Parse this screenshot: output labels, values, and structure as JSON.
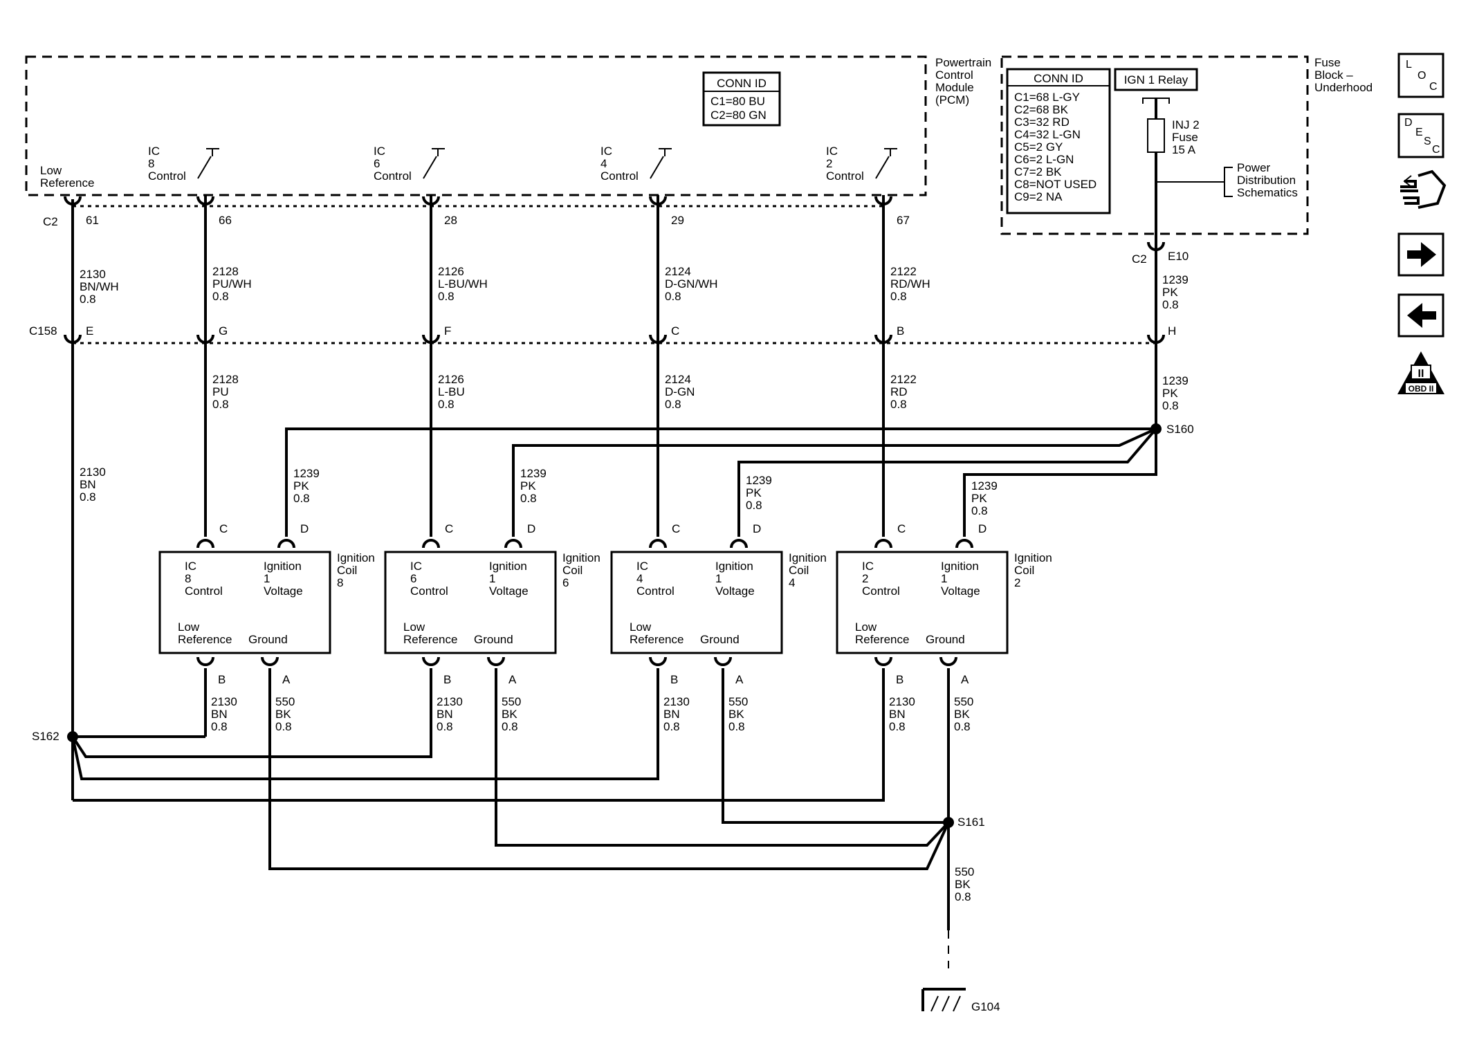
{
  "pcm": {
    "label": [
      "Powertrain",
      "Control",
      "Module",
      "(PCM)"
    ]
  },
  "pcm_conn": {
    "title": "CONN ID",
    "lines": [
      "C1=80 BU",
      "C2=80 GN"
    ]
  },
  "fuse_block": {
    "label": [
      "Fuse",
      "Block –",
      "Underhood"
    ]
  },
  "fuse_conn": {
    "title": "CONN ID",
    "lines": [
      "C1=68 L-GY",
      "C2=68 BK",
      "C3=32 RD",
      "C4=32 L-GN",
      "C5=2 GY",
      "C6=2 L-GN",
      "C7=2 BK",
      "C8=NOT USED",
      "C9=2 NA"
    ]
  },
  "relay": {
    "label": "IGN 1 Relay"
  },
  "fuse": {
    "label": [
      "INJ 2",
      "Fuse",
      "15 A"
    ]
  },
  "power_dist": {
    "label": [
      "Power",
      "Distribution",
      "Schematics"
    ]
  },
  "low_ref": {
    "label": [
      "Low",
      "Reference"
    ],
    "pin": "61",
    "wire_top": [
      "2130",
      "BN/WH",
      "0.8"
    ],
    "c158_pin": "E",
    "wire_bot": [
      "2130",
      "BN",
      "0.8"
    ]
  },
  "connectors": {
    "c2": "C2",
    "c158": "C158",
    "fuse_c2": "C2",
    "fuse_pin": "E10",
    "fuse_c158_pin": "H"
  },
  "fuse_wire_top": [
    "1239",
    "PK",
    "0.8"
  ],
  "fuse_wire_bot": [
    "1239",
    "PK",
    "0.8"
  ],
  "splices": {
    "s160": "S160",
    "s161": "S161",
    "s162": "S162"
  },
  "channels": [
    {
      "ic": [
        "IC",
        "8",
        "Control"
      ],
      "pin": "66",
      "c158_pin": "G",
      "wire_top": [
        "2128",
        "PU/WH",
        "0.8"
      ],
      "wire_bot": [
        "2128",
        "PU",
        "0.8"
      ]
    },
    {
      "ic": [
        "IC",
        "6",
        "Control"
      ],
      "pin": "28",
      "c158_pin": "F",
      "wire_top": [
        "2126",
        "L-BU/WH",
        "0.8"
      ],
      "wire_bot": [
        "2126",
        "L-BU",
        "0.8"
      ]
    },
    {
      "ic": [
        "IC",
        "4",
        "Control"
      ],
      "pin": "29",
      "c158_pin": "C",
      "wire_top": [
        "2124",
        "D-GN/WH",
        "0.8"
      ],
      "wire_bot": [
        "2124",
        "D-GN",
        "0.8"
      ]
    },
    {
      "ic": [
        "IC",
        "2",
        "Control"
      ],
      "pin": "67",
      "c158_pin": "B",
      "wire_top": [
        "2122",
        "RD/WH",
        "0.8"
      ],
      "wire_bot": [
        "2122",
        "RD",
        "0.8"
      ]
    }
  ],
  "coils": [
    {
      "label": [
        "Ignition",
        "Coil",
        "8"
      ],
      "ic": [
        "IC",
        "8",
        "Control"
      ],
      "ign": [
        "Ignition",
        "1",
        "Voltage"
      ],
      "low": [
        "Low",
        "Reference"
      ],
      "gnd": "Ground",
      "pins": [
        "C",
        "D",
        "B",
        "A"
      ],
      "pk_wire": [
        "1239",
        "PK",
        "0.8"
      ],
      "bn_wire": [
        "2130",
        "BN",
        "0.8"
      ],
      "bk_wire": [
        "550",
        "BK",
        "0.8"
      ]
    },
    {
      "label": [
        "Ignition",
        "Coil",
        "6"
      ],
      "ic": [
        "IC",
        "6",
        "Control"
      ],
      "ign": [
        "Ignition",
        "1",
        "Voltage"
      ],
      "low": [
        "Low",
        "Reference"
      ],
      "gnd": "Ground",
      "pins": [
        "C",
        "D",
        "B",
        "A"
      ],
      "pk_wire": [
        "1239",
        "PK",
        "0.8"
      ],
      "bn_wire": [
        "2130",
        "BN",
        "0.8"
      ],
      "bk_wire": [
        "550",
        "BK",
        "0.8"
      ]
    },
    {
      "label": [
        "Ignition",
        "Coil",
        "4"
      ],
      "ic": [
        "IC",
        "4",
        "Control"
      ],
      "ign": [
        "Ignition",
        "1",
        "Voltage"
      ],
      "low": [
        "Low",
        "Reference"
      ],
      "gnd": "Ground",
      "pins": [
        "C",
        "D",
        "B",
        "A"
      ],
      "pk_wire": [
        "1239",
        "PK",
        "0.8"
      ],
      "bn_wire": [
        "2130",
        "BN",
        "0.8"
      ],
      "bk_wire": [
        "550",
        "BK",
        "0.8"
      ]
    },
    {
      "label": [
        "Ignition",
        "Coil",
        "2"
      ],
      "ic": [
        "IC",
        "2",
        "Control"
      ],
      "ign": [
        "Ignition",
        "1",
        "Voltage"
      ],
      "low": [
        "Low",
        "Reference"
      ],
      "gnd": "Ground",
      "pins": [
        "C",
        "D",
        "B",
        "A"
      ],
      "pk_wire": [
        "1239",
        "PK",
        "0.8"
      ],
      "bn_wire": [
        "2130",
        "BN",
        "0.8"
      ],
      "bk_wire": [
        "550",
        "BK",
        "0.8"
      ]
    }
  ],
  "ground": {
    "wire": [
      "550",
      "BK",
      "0.8"
    ],
    "label": "G104"
  },
  "nav": {
    "loc": [
      "L",
      "O",
      "C"
    ],
    "desc": [
      "D",
      "E",
      "S",
      "C"
    ],
    "obd": {
      "top": "II",
      "bottom": "OBD II"
    }
  }
}
